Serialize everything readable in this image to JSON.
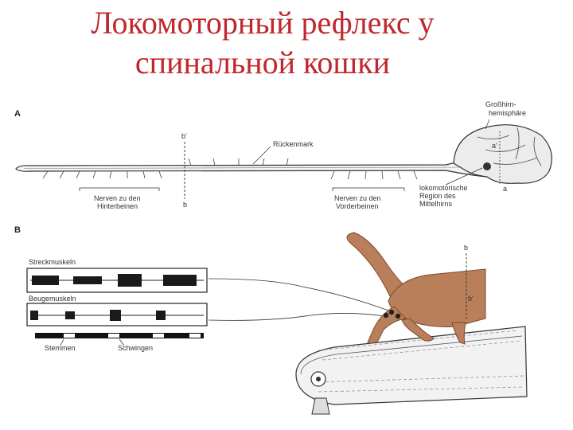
{
  "slide": {
    "title_line1": "Локомоторный рефлекс у",
    "title_line2": "спинальной кошки"
  },
  "panel_a": {
    "letter": "A",
    "cerebrum": "Großhirn-",
    "cerebrum2": "hemisphäre",
    "spinal_cord": "Rückenmark",
    "cut_top": "b'",
    "cut_bottom": "b",
    "cut_a": "a'",
    "cut_a2": "a",
    "hind_nerves1": "Nerven zu den",
    "hind_nerves2": "Hinterbeinen",
    "fore_nerves1": "Nerven zu den",
    "fore_nerves2": "Vorderbeinen",
    "region1": "lokomotorische",
    "region2": "Region des",
    "region3": "Mittelhirns"
  },
  "panel_b": {
    "letter": "B",
    "extensors": "Streckmuskeln",
    "flexors": "Beugemuskeln",
    "stance": "Stemmen",
    "swing": "Schwingen",
    "cut_top": "b",
    "cut_bottom": "b'"
  },
  "colors": {
    "title": "#c0272d",
    "cat": "#b97f5a",
    "cat_outline": "#7a4a2c",
    "ink": "#2a2a2a"
  }
}
